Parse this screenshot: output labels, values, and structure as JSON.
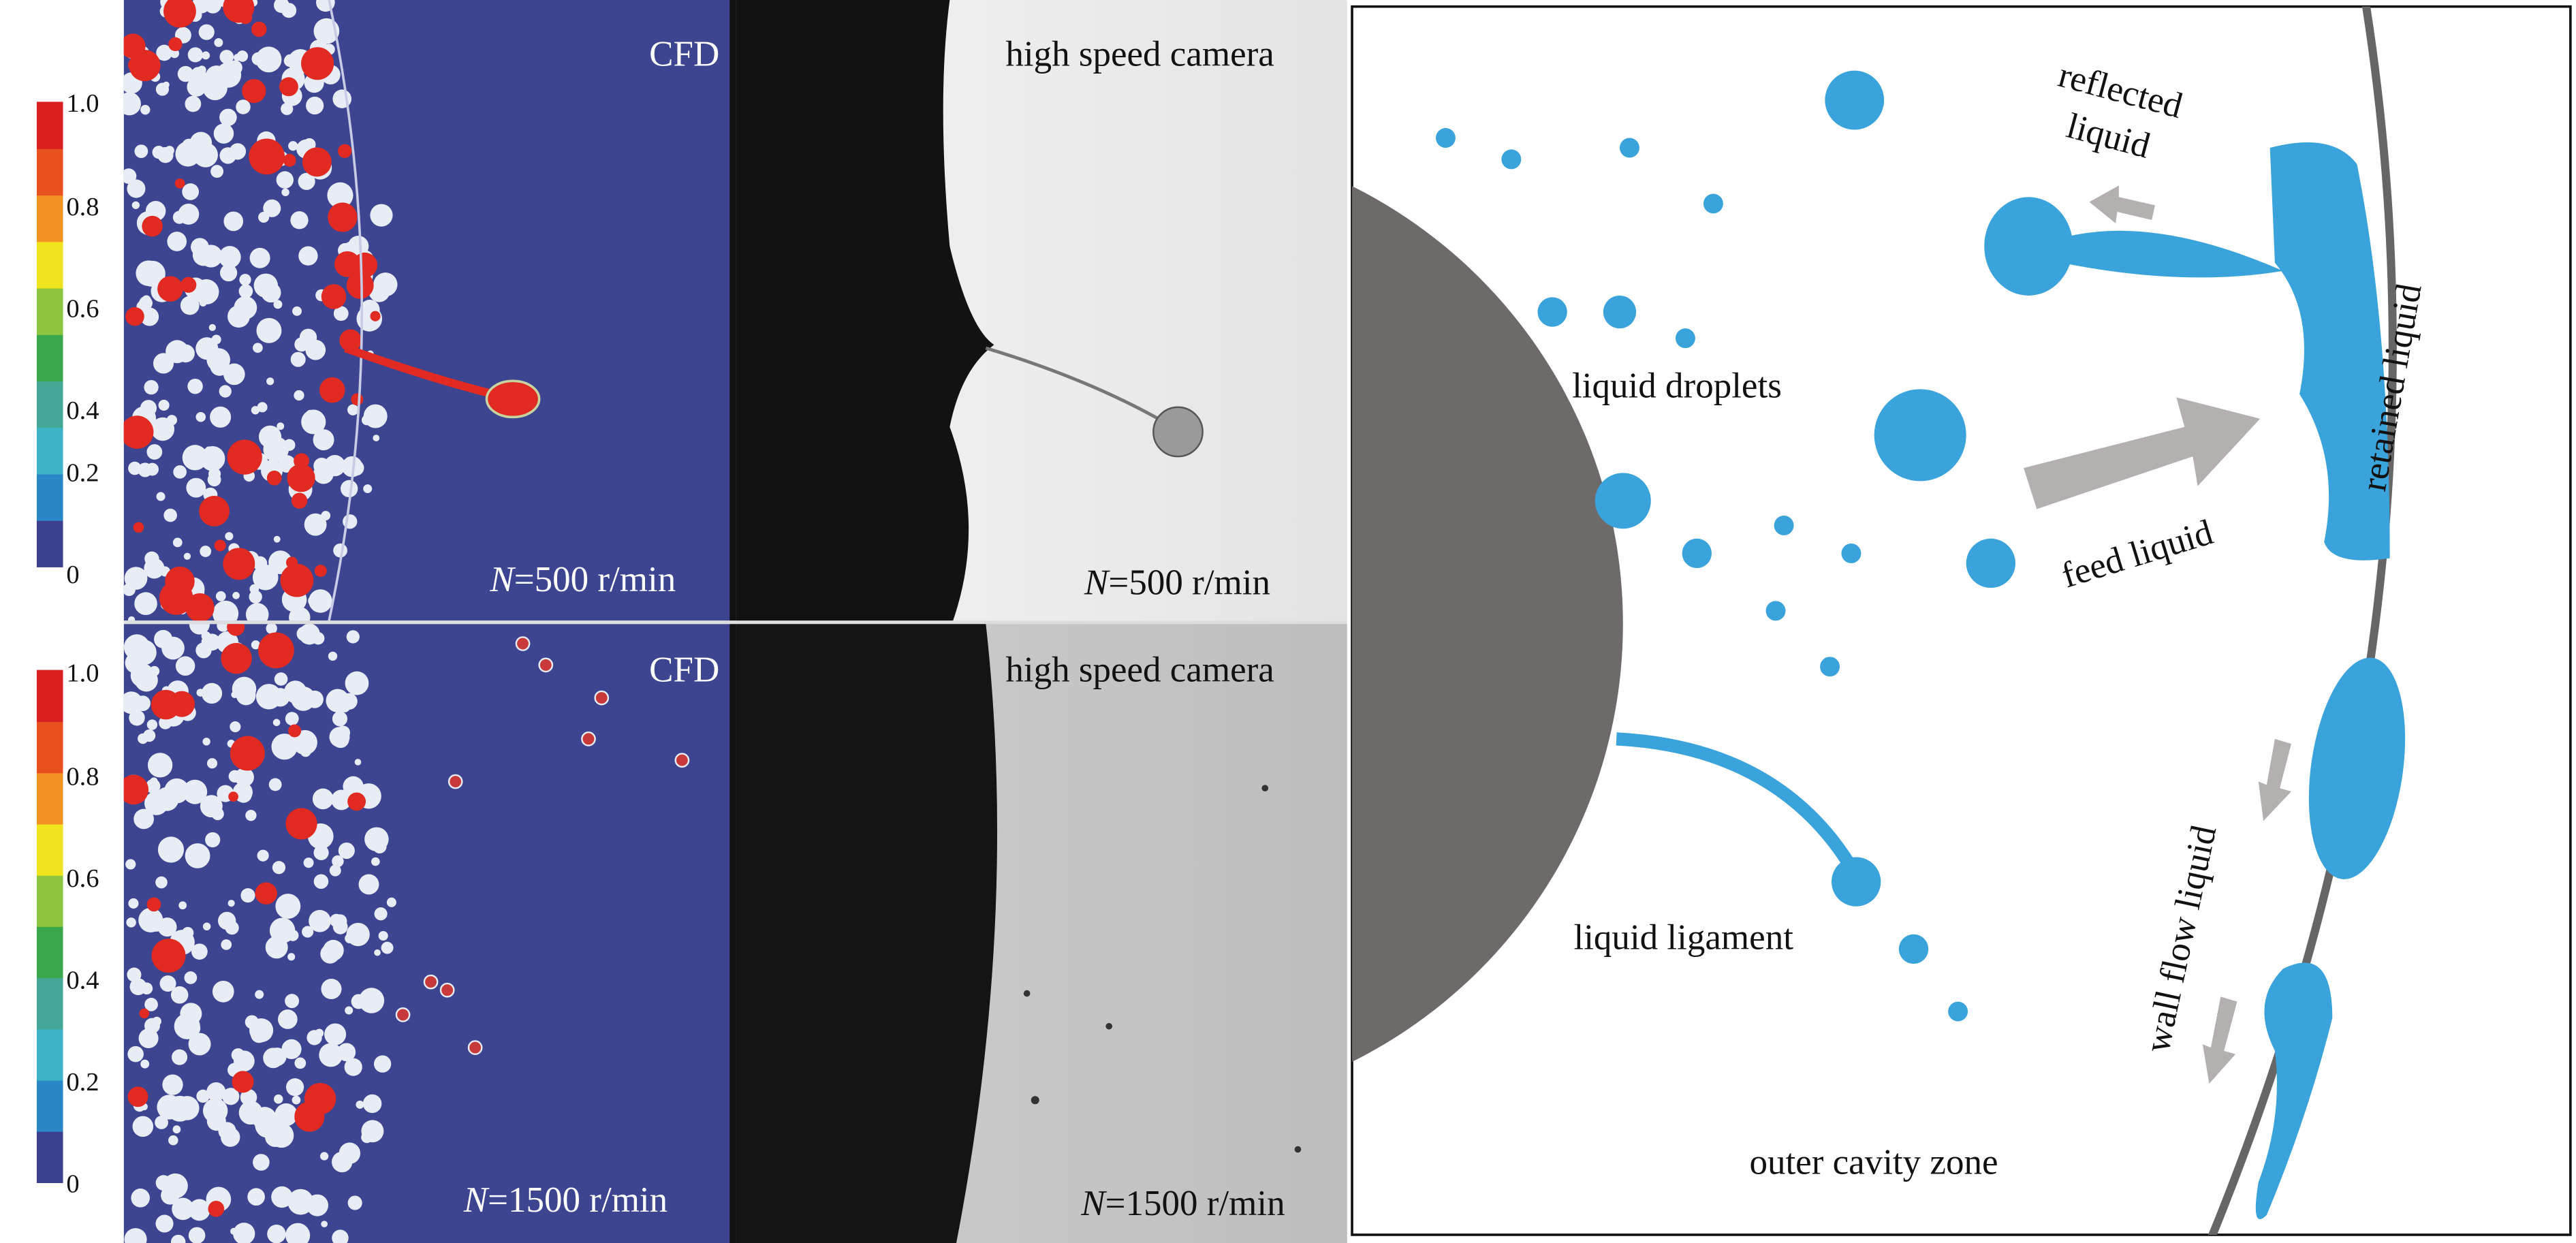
{
  "colorbar": {
    "ticks": [
      "1.0",
      "0.8",
      "0.6",
      "0.4",
      "0.2",
      "0"
    ],
    "colors": [
      "#3b3f8e",
      "#2b86c8",
      "#3cb4c8",
      "#45a896",
      "#3aa84a",
      "#8cc63f",
      "#f0e41e",
      "#f29222",
      "#e8501e",
      "#d92020"
    ]
  },
  "panels": {
    "top_cfd": {
      "title": "CFD",
      "speed_var": "N",
      "speed_value": "=500 r/min"
    },
    "top_camera": {
      "title": "high speed camera",
      "speed_var": "N",
      "speed_value": "=500 r/min"
    },
    "bottom_cfd": {
      "title": "CFD",
      "speed_var": "N",
      "speed_value": "=1500 r/min"
    },
    "bottom_camera": {
      "title": "high speed camera",
      "speed_var": "N",
      "speed_value": "=1500 r/min"
    }
  },
  "schematic": {
    "labels": {
      "reflected_1": "reflected",
      "reflected_2": "liquid",
      "retained": "retained  liquid",
      "droplets": "liquid droplets",
      "feed": "feed liquid",
      "wall_flow": "wall flow liquid",
      "ligament": "liquid ligament",
      "outer_zone": "outer cavity zone"
    },
    "colors": {
      "liquid": "#3aa3dc",
      "rotor": "#6e6a6a",
      "arrow": "#b4b0b0",
      "cfd_background": "#3d4490",
      "cfd_liquid": "#e02a22"
    }
  }
}
